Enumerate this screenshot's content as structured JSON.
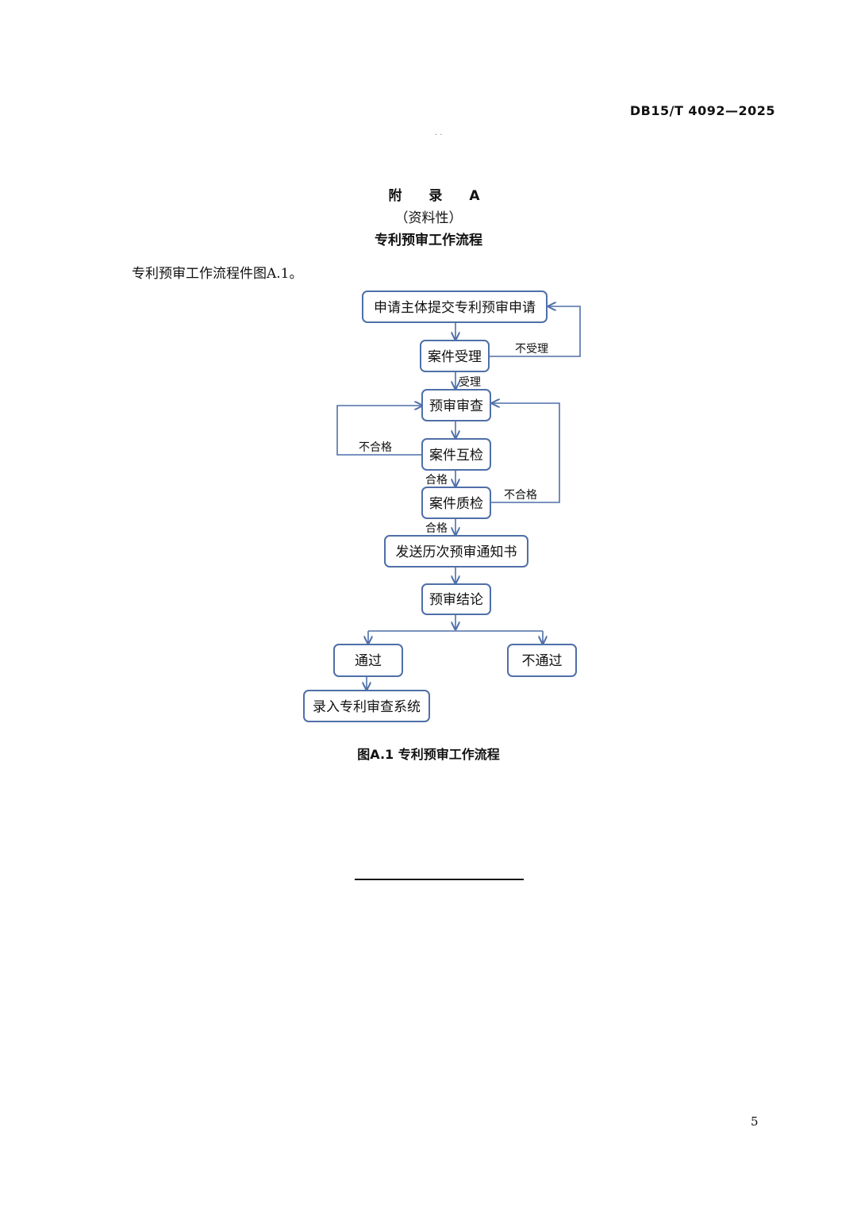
{
  "document": {
    "standard_code": "DB15/T 4092—2025",
    "header_dots": "· ·",
    "appendix_title": "附 录 A",
    "appendix_nature": "（资料性）",
    "appendix_heading": "专利预审工作流程",
    "intro_text": "专利预审工作流程件图A.1。",
    "figure_caption": "图A.1  专利预审工作流程",
    "page_number": "5"
  },
  "flowchart": {
    "nodes": {
      "submit": "申请主体提交专利预审申请",
      "accept": "案件受理",
      "review": "预审审查",
      "cross_check": "案件互检",
      "quality_check": "案件质检",
      "notify": "发送历次预审通知书",
      "conclusion": "预审结论",
      "pass": "通过",
      "fail": "不通过",
      "enter_system": "录入专利审查系统"
    },
    "edge_labels": {
      "not_accepted": "不受理",
      "accepted": "受理",
      "cross_fail": "不合格",
      "cross_pass": "合格",
      "quality_fail": "不合格",
      "quality_pass": "合格"
    },
    "colors": {
      "stroke": "#4f6fa8"
    }
  }
}
